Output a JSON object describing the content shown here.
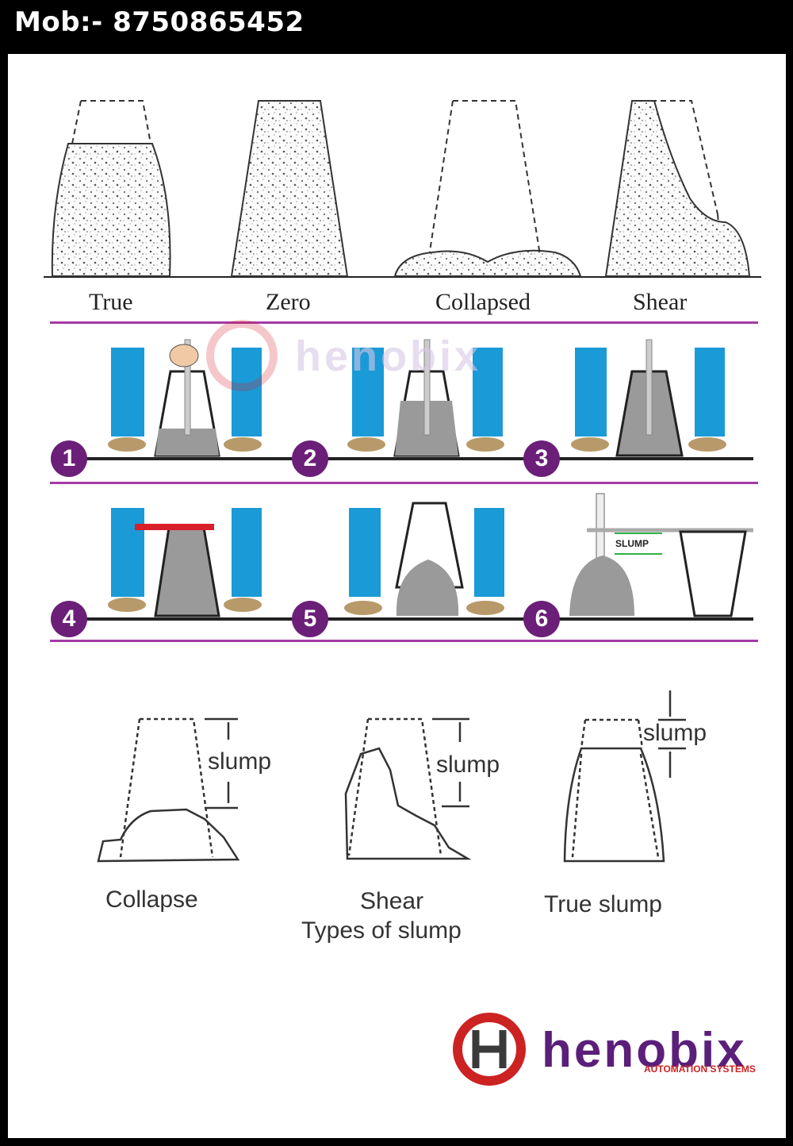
{
  "header": {
    "mobile": "Mob:- 8750865452"
  },
  "top_row_labels": [
    "True",
    "Zero",
    "Collapsed",
    "Shear"
  ],
  "steps": [
    "1",
    "2",
    "3",
    "4",
    "5",
    "6"
  ],
  "slump_gauge_label": "SLUMP",
  "watermark": "henobix",
  "bottom": {
    "slump_label": "slump",
    "types": [
      "Collapse",
      "Shear",
      "True slump"
    ],
    "caption": "Types of slump"
  },
  "brand": {
    "name": "henobix",
    "tagline": "AUTOMATION SYSTEMS"
  },
  "colors": {
    "accent": "#a33aa5",
    "step_badge": "#6b1f78",
    "brand_red": "#cc2222",
    "brand_purple": "#5b1f7a",
    "leg_blue": "#1a9ad6"
  }
}
